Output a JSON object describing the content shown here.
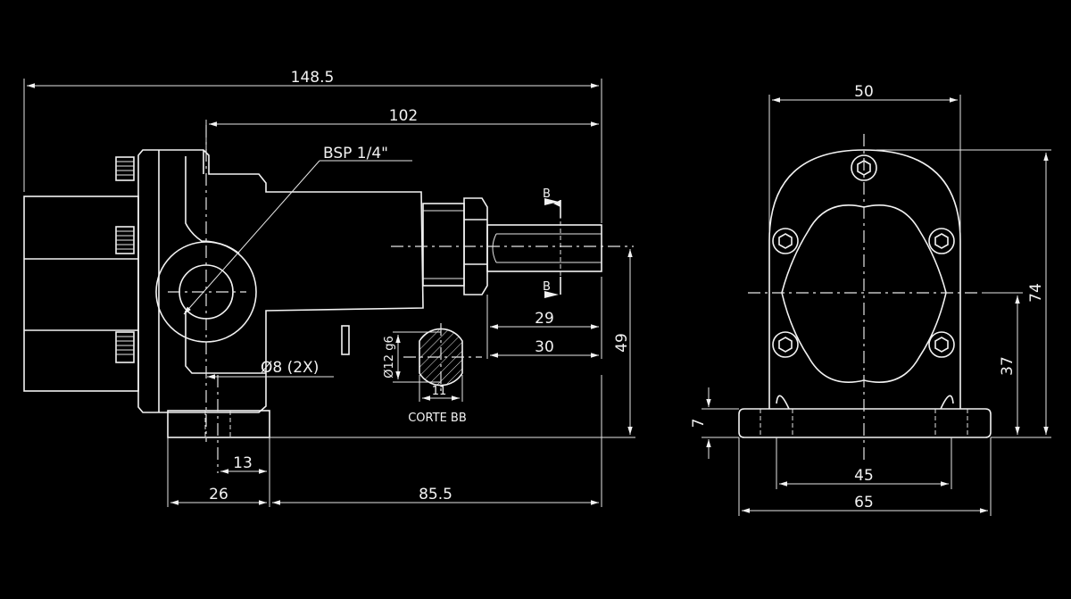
{
  "dimensions": {
    "overall_length": "148.5",
    "body_length": "102",
    "port_thread": "BSP 1/4\"",
    "mount_holes": "Ø8 (2X)",
    "shaft_dia": "Ø12 g6",
    "shaft_flat": "11",
    "shaft_len_29": "29",
    "shaft_len_30": "30",
    "shaft_height": "49",
    "hole_offset": "13",
    "base_left": "26",
    "base_to_shaft_end": "85.5",
    "front_width": "50",
    "front_height": "74",
    "center_height": "37",
    "base_thickness": "7",
    "hole_spacing": "45",
    "base_width": "65"
  },
  "labels": {
    "section_mark": "B",
    "section_title": "CORTE BB"
  }
}
